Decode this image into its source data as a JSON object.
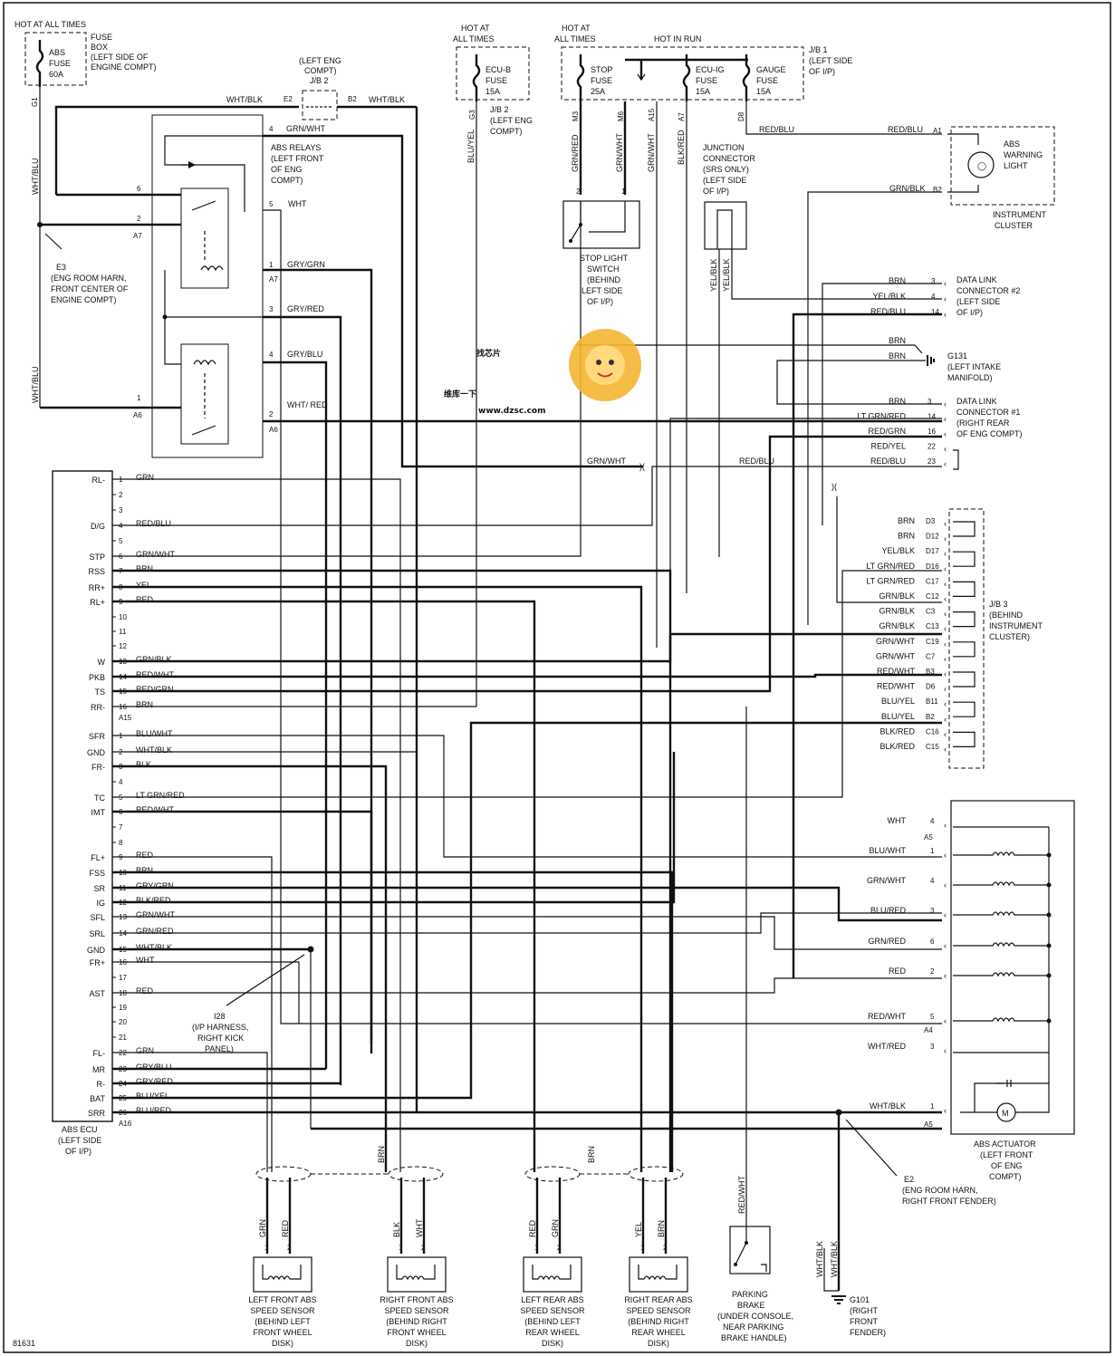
{
  "fig_number": "81631",
  "power": {
    "abs_fuse_box": [
      "HOT AT ALL TIMES",
      "FUSE",
      "BOX",
      "(LEFT SIDE OF",
      "ENGINE COMPT)"
    ],
    "abs_fuse": [
      "ABS",
      "FUSE",
      "60A"
    ],
    "ecub_hot": [
      "HOT AT",
      "ALL TIMES"
    ],
    "ecub_fuse": [
      "ECU-B",
      "FUSE",
      "15A"
    ],
    "stop_hot": [
      "HOT AT",
      "ALL TIMES"
    ],
    "hot_in_run": "HOT IN RUN",
    "stop_fuse": [
      "STOP",
      "FUSE",
      "25A"
    ],
    "ecuig_fuse": [
      "ECU-IG",
      "FUSE",
      "15A"
    ],
    "gauge_fuse": [
      "GAUGE",
      "FUSE",
      "15A"
    ],
    "jb1": [
      "J/B 1",
      "(LEFT SIDE",
      "OF I/P)"
    ],
    "jb2_top": [
      "(LEFT ENG",
      "COMPT)",
      "J/B 2"
    ],
    "jb2_mid": [
      "J/B 2",
      "(LEFT ENG",
      "COMPT)"
    ]
  },
  "abs_relays": [
    "ABS RELAYS",
    "(LEFT FRONT",
    "OF ENG",
    "COMPT)"
  ],
  "e3": [
    "E3",
    "(ENG ROOM HARN,",
    "FRONT CENTER OF",
    "ENGINE COMPT)"
  ],
  "warning_light": [
    "ABS",
    "WARNING",
    "LIGHT"
  ],
  "instrument_cluster": [
    "INSTRUMENT",
    "CLUSTER"
  ],
  "junction_connector": [
    "JUNCTION",
    "CONNECTOR",
    "(SRS ONLY)",
    "(LEFT SIDE",
    "OF I/P)"
  ],
  "stop_light_switch": [
    "STOP LIGHT",
    "SWITCH",
    "(BEHIND",
    "LEFT SIDE",
    "OF I/P)"
  ],
  "dlc2": [
    "DATA LINK",
    "CONNECTOR #2",
    "(LEFT SIDE",
    "OF I/P)"
  ],
  "g131": [
    "G131",
    "(LEFT INTAKE",
    "MANIFOLD)"
  ],
  "dlc1": [
    "DATA LINK",
    "CONNECTOR #1",
    "(RIGHT REAR",
    "OF ENG COMPT)"
  ],
  "jb3": [
    "J/B 3",
    "(BEHIND",
    "INSTRUMENT",
    "CLUSTER)"
  ],
  "abs_ecu": [
    "ABS ECU",
    "(LEFT SIDE",
    "OF I/P)"
  ],
  "i28": [
    "I28",
    "(I/P HARNESS,",
    "RIGHT KICK",
    "PANEL)"
  ],
  "abs_actuator": [
    "ABS ACTUATOR",
    "(LEFT FRONT",
    "OF ENG",
    "COMPT)"
  ],
  "e2": [
    "E2",
    "(ENG ROOM HARN,",
    "RIGHT FRONT FENDER)"
  ],
  "g101": [
    "G101",
    "(RIGHT",
    "FRONT",
    "FENDER)"
  ],
  "parking_brake": [
    "PARKING",
    "BRAKE",
    "(UNDER CONSOLE,",
    "NEAR PARKING",
    "BRAKE HANDLE)"
  ],
  "sensors": [
    {
      "lines": [
        "LEFT FRONT ABS",
        "SPEED SENSOR",
        "(BEHIND LEFT",
        "FRONT WHEEL",
        "DISK)"
      ],
      "w1": "GRN",
      "w2": "RED"
    },
    {
      "lines": [
        "RIGHT FRONT ABS",
        "SPEED SENSOR",
        "(BEHIND RIGHT",
        "FRONT WHEEL",
        "DISK)"
      ],
      "w1": "BLK",
      "w2": "WHT"
    },
    {
      "lines": [
        "LEFT REAR ABS",
        "SPEED SENSOR",
        "(BEHIND LEFT",
        "REAR WHEEL",
        "DISK)"
      ],
      "w1": "RED",
      "w2": "GRN"
    },
    {
      "lines": [
        "RIGHT REAR ABS",
        "SPEED SENSOR",
        "(BEHIND RIGHT",
        "REAR WHEEL",
        "DISK)"
      ],
      "w1": "YEL",
      "w2": "BRN"
    }
  ],
  "ecu_a15_label": "A15",
  "ecu_a16_label": "A16",
  "ecu_a15": [
    [
      "1",
      "RL-",
      "GRN"
    ],
    [
      "2",
      "",
      ""
    ],
    [
      "3",
      "",
      ""
    ],
    [
      "4",
      "D/G",
      "RED/BLU"
    ],
    [
      "5",
      "",
      ""
    ],
    [
      "6",
      "STP",
      "GRN/WHT"
    ],
    [
      "7",
      "RSS",
      "BRN"
    ],
    [
      "8",
      "RR+",
      "YEL"
    ],
    [
      "9",
      "RL+",
      "RED"
    ],
    [
      "10",
      "",
      ""
    ],
    [
      "11",
      "",
      ""
    ],
    [
      "12",
      "",
      ""
    ],
    [
      "13",
      "W",
      "GRN/BLK"
    ],
    [
      "14",
      "PKB",
      "RED/WHT"
    ],
    [
      "15",
      "TS",
      "RED/GRN"
    ],
    [
      "16",
      "RR-",
      "BRN"
    ]
  ],
  "ecu_a16": [
    [
      "1",
      "SFR",
      "BLU/WHT"
    ],
    [
      "2",
      "GND",
      "WHT/BLK"
    ],
    [
      "3",
      "FR-",
      "BLK"
    ],
    [
      "4",
      "",
      ""
    ],
    [
      "5",
      "TC",
      "LT GRN/RED"
    ],
    [
      "6",
      "IMT",
      "RED/WHT"
    ],
    [
      "7",
      "",
      ""
    ],
    [
      "8",
      "",
      ""
    ],
    [
      "9",
      "FL+",
      "RED"
    ],
    [
      "10",
      "FSS",
      "BRN"
    ],
    [
      "11",
      "SR",
      "GRY/GRN"
    ],
    [
      "12",
      "IG",
      "BLK/RED"
    ],
    [
      "13",
      "SFL",
      "GRN/WHT"
    ],
    [
      "14",
      "SRL",
      "GRN/RED"
    ],
    [
      "15",
      "GND",
      "WHT/BLK"
    ],
    [
      "16",
      "FR+",
      "WHT"
    ],
    [
      "17",
      "",
      ""
    ],
    [
      "18",
      "AST",
      "RED"
    ],
    [
      "19",
      "",
      ""
    ],
    [
      "20",
      "",
      ""
    ],
    [
      "21",
      "",
      ""
    ],
    [
      "22",
      "FL-",
      "GRN"
    ],
    [
      "23",
      "MR",
      "GRY/BLU"
    ],
    [
      "24",
      "R-",
      "GRY/RED"
    ],
    [
      "25",
      "BAT",
      "BLU/YEL"
    ],
    [
      "26",
      "SRR",
      "BLU/RED"
    ]
  ],
  "jb3_pins": [
    [
      "BRN",
      "D3"
    ],
    [
      "BRN",
      "D12"
    ],
    [
      "YEL/BLK",
      "D17"
    ],
    [
      "LT GRN/RED",
      "D16"
    ],
    [
      "LT GRN/RED",
      "C17"
    ],
    [
      "GRN/BLK",
      "C12"
    ],
    [
      "GRN/BLK",
      "C3"
    ],
    [
      "GRN/BLK",
      "C13"
    ],
    [
      "GRN/WHT",
      "C19"
    ],
    [
      "GRN/WHT",
      "C7"
    ],
    [
      "RED/WHT",
      "B3"
    ],
    [
      "RED/WHT",
      "D6"
    ],
    [
      "BLU/YEL",
      "B11"
    ],
    [
      "BLU/YEL",
      "B2"
    ],
    [
      "BLK/RED",
      "C16"
    ],
    [
      "BLK/RED",
      "C15"
    ]
  ],
  "dlc2_pins": [
    [
      "BRN",
      "3"
    ],
    [
      "YEL/BLK",
      "4"
    ],
    [
      "RED/BLU",
      "14"
    ]
  ],
  "g131_pins": [
    [
      "BRN",
      ""
    ],
    [
      "BRN",
      ""
    ]
  ],
  "dlc1_pins": [
    [
      "BRN",
      "3"
    ],
    [
      "LT GRN/RED",
      "14"
    ],
    [
      "RED/GRN",
      "16"
    ],
    [
      "RED/YEL",
      "22"
    ],
    [
      "RED/BLU",
      "23"
    ]
  ],
  "actuator_pins": [
    [
      "WHT",
      "4"
    ],
    [
      "BLU/WHT",
      "1"
    ],
    [
      "GRN/WHT",
      "4"
    ],
    [
      "BLU/RED",
      "3"
    ],
    [
      "GRN/RED",
      "6"
    ],
    [
      "RED",
      "2"
    ],
    [
      "RED/WHT",
      "5"
    ],
    [
      "WHT/RED",
      "3"
    ],
    [
      "WHT/BLK",
      "1"
    ]
  ],
  "actuator_conn": {
    "a5": "A5",
    "a4": "A4"
  },
  "relay_pins": [
    [
      "4",
      "GRN/WHT"
    ],
    [
      "5",
      "WHT"
    ],
    [
      "1",
      "GRY/GRN"
    ],
    [
      "3",
      "GRY/RED"
    ],
    [
      "4",
      "GRY/BLU"
    ],
    [
      "2",
      "WHT/ RED"
    ]
  ],
  "relay_left": [
    [
      "6",
      ""
    ],
    [
      "2",
      "A7"
    ],
    [
      "1",
      "A6"
    ]
  ],
  "relay_conn": {
    "a7": "A7",
    "a6": "A6"
  },
  "wires": {
    "whtblu": "WHT/BLU",
    "whtblu2": "WHT/BLU",
    "whtblk": "WHT/BLK",
    "whtblk2": "WHT/BLK",
    "bluyel": "BLU/YEL",
    "grnred": "GRN/RED",
    "grnwht": "GRN/WHT",
    "grnwht2": "GRN/WHT",
    "blkred": "BLK/RED",
    "redblu": "RED/BLU",
    "redblu2": "RED/BLU",
    "grnblk": "GRN/BLK",
    "yelblk": "YEL/BLK",
    "yelblk2": "YEL/BLK",
    "redwht": "RED/WHT",
    "brn": "BRN",
    "whtblk_g101a": "WHT/BLK",
    "whtblk_g101b": "WHT/BLK"
  },
  "pins": {
    "g1": "G1",
    "e2": "E2",
    "b2": "B2",
    "g3": "G3",
    "m3": "M3",
    "m6": "M6",
    "a15": "A15",
    "a7": "A7",
    "d8": "D8",
    "a1": "A1",
    "b2w": "B2",
    "sw2": "2",
    "sw1": "1",
    "jc": "1"
  },
  "watermark": {
    "brand": "找芯片",
    "cn": "维库一下",
    "url": "www.dzsc.com"
  }
}
